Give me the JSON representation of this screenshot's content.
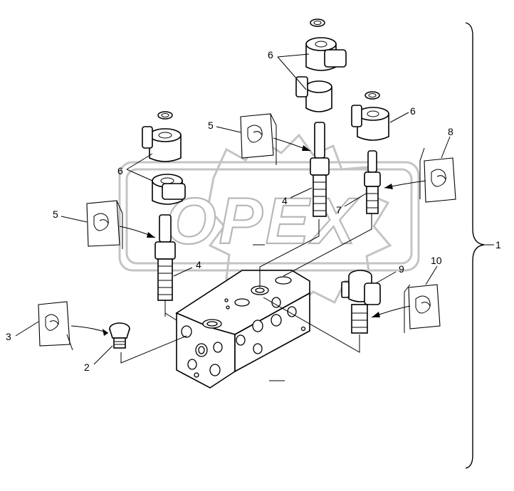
{
  "watermark": {
    "text": "OPEX"
  },
  "labels": {
    "l1": "1",
    "l2": "2",
    "l3": "3",
    "l4a": "4",
    "l4b": "4",
    "l5a": "5",
    "l5b": "5",
    "l6a": "6",
    "l6b": "6",
    "l6c": "6",
    "l7": "7",
    "l8": "8",
    "l9": "9",
    "l10": "10"
  }
}
